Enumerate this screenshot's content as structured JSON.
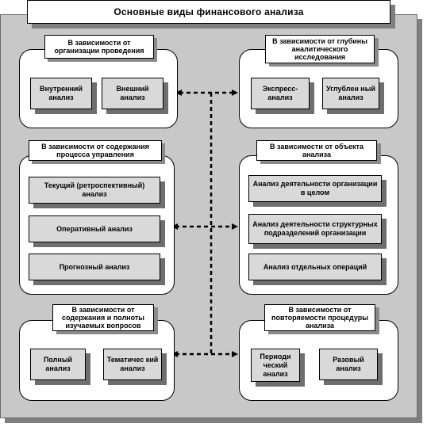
{
  "title": "Основные виды финансового анализа",
  "groups": {
    "organization": {
      "label": "В зависимости от организации проведения",
      "items": [
        "Внутренний анализ",
        "Внешний анализ"
      ]
    },
    "depth": {
      "label": "В зависимости от глубины аналитического исследования",
      "items": [
        "Экспресс-анализ",
        "Углублен ный анализ"
      ]
    },
    "management": {
      "label": "В зависимости от содержания процесса управления",
      "items": [
        "Текущий (ретроспективный) анализ",
        "Оперативный анализ",
        "Прогнозный анализ"
      ]
    },
    "object": {
      "label": "В зависимости от объекта анализа",
      "items": [
        "Анализ деятельности организации в целом",
        "Анализ деятельности структурных подразделений организации",
        "Анализ отдельных операций"
      ]
    },
    "completeness": {
      "label": "В зависимости от содержания и полноты изучаемых вопросов",
      "items": [
        "Полный анализ",
        "Тематичес кий анализ"
      ]
    },
    "frequency": {
      "label": "В зависимости от повторяемости процедуры анализа",
      "items": [
        "Периоди ческий анализ",
        "Разовый анализ"
      ]
    }
  }
}
